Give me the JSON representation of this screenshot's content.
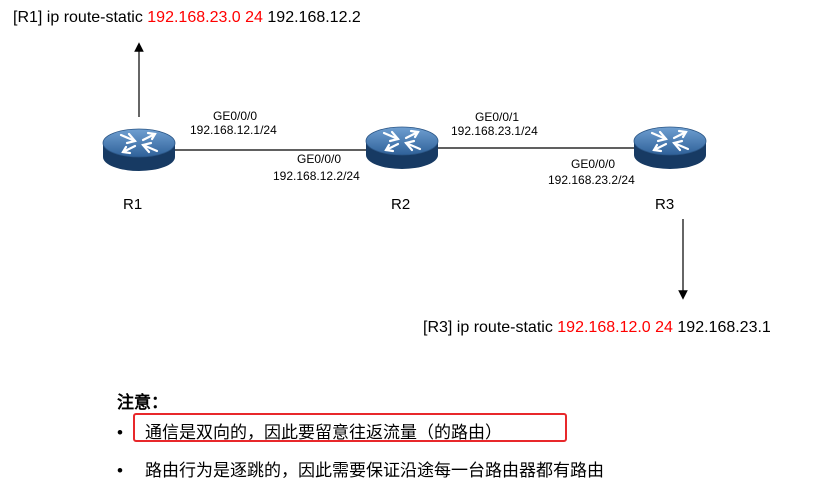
{
  "commands": {
    "r1": {
      "prefix": "[R1] ip route-static ",
      "highlight": "192.168.23.0 24",
      "suffix": " 192.168.12.2"
    },
    "r3": {
      "prefix": "[R3] ip route-static ",
      "highlight": "192.168.12.0 24",
      "suffix": " 192.168.23.1"
    }
  },
  "routers": [
    {
      "name": "R1",
      "icon": "router-icon"
    },
    {
      "name": "R2",
      "icon": "router-icon"
    },
    {
      "name": "R3",
      "icon": "router-icon"
    }
  ],
  "links": [
    {
      "a": {
        "port": "GE0/0/0",
        "ip": "192.168.12.1/24"
      },
      "b": {
        "port": "GE0/0/0",
        "ip": "192.168.12.2/24"
      }
    },
    {
      "a": {
        "port": "GE0/0/1",
        "ip": "192.168.23.1/24"
      },
      "b": {
        "port": "GE0/0/0",
        "ip": "192.168.23.2/24"
      }
    }
  ],
  "notes": {
    "title": "注意：",
    "bullet_char": "•",
    "items": [
      "通信是双向的，因此要留意往返流量（的路由）",
      "路由行为是逐跳的，因此需要保证沿途每一台路由器都有路由"
    ]
  },
  "colors": {
    "highlight": "#ff0000",
    "box": "#e8282b",
    "router_dark": "#1f4e79",
    "router_light": "#4f81bd"
  }
}
